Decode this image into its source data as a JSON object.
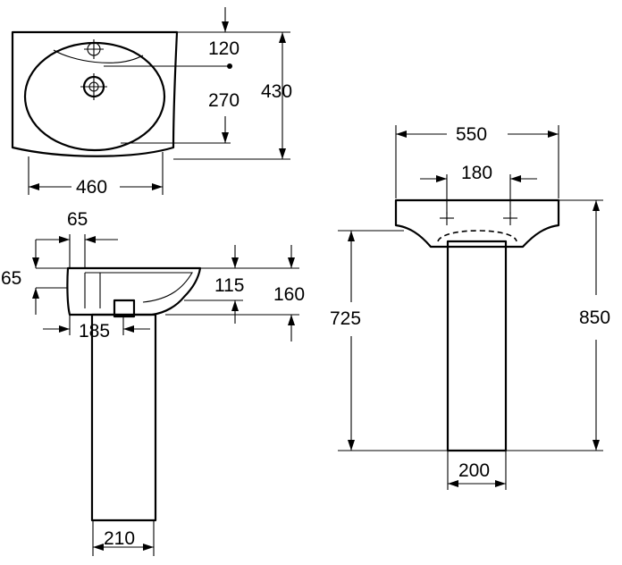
{
  "dimensions": {
    "top_basin_depth": "430",
    "top_tap_offset": "120",
    "top_waste_offset": "270",
    "top_basin_width": "460",
    "side_tap_setback": "65",
    "side_rim_thickness": "65",
    "side_bowl_depth": "115",
    "side_overall_depth": "160",
    "side_waste_offset": "185",
    "side_pedestal_base": "210",
    "front_basin_width": "550",
    "front_tap_centres": "180",
    "front_rim_height": "850",
    "front_pedestal_height": "725",
    "front_pedestal_base": "200"
  }
}
